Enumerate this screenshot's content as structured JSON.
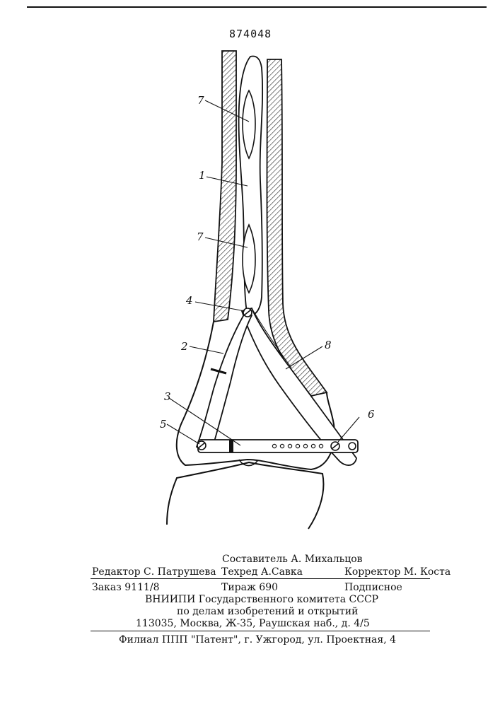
{
  "patent_number": "874048",
  "labels": {
    "l1": "1",
    "l2": "2",
    "l3": "3",
    "l4": "4",
    "l5": "5",
    "l6": "6",
    "l7a": "7",
    "l7b": "7",
    "l8": "8"
  },
  "imprint": {
    "compiler": "Составитель А. Михальцов",
    "editor": "Редактор С. Патрушева",
    "techred": "Техред А.Савка",
    "corrector": "Корректор М. Коста",
    "order": "Заказ 9111/8",
    "circulation": "Тираж 690",
    "subscription": "Подписное",
    "org1": "ВНИИПИ Государственного комитета СССР",
    "org2": "по делам изобретений и открытий",
    "address": "113035, Москва, Ж-35, Раушская наб., д. 4/5",
    "branch": "Филиал ППП \"Патент\", г. Ужгород, ул. Проектная, 4"
  }
}
